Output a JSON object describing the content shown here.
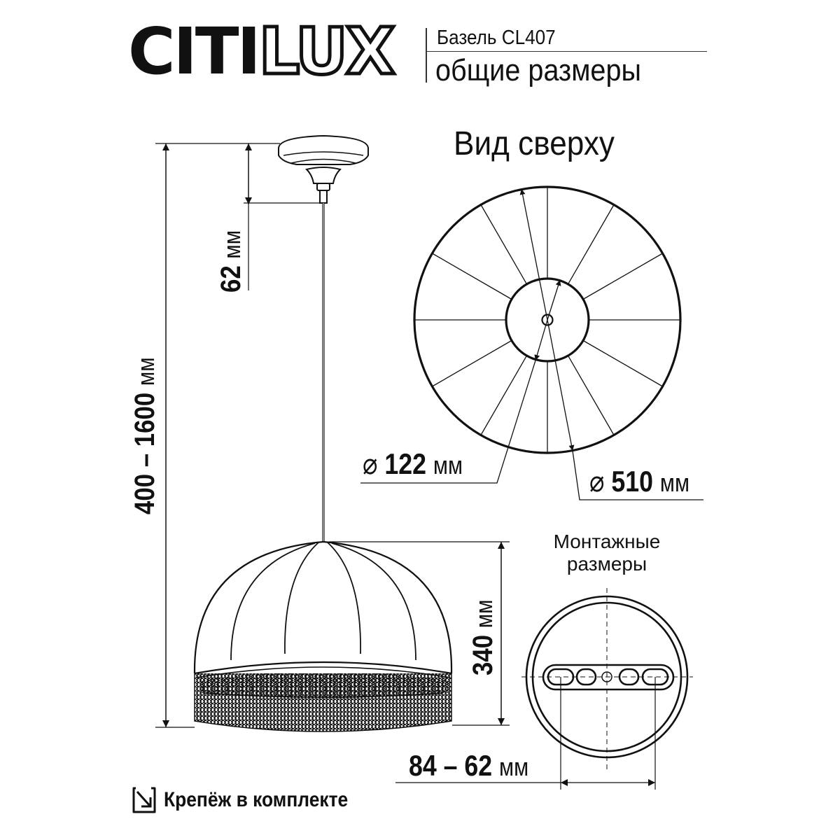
{
  "header": {
    "brand_solid": "CITI",
    "brand_outline": "LUX",
    "model": "Базель CL407",
    "subtitle": "общие размеры"
  },
  "top_view": {
    "title": "Вид сверху",
    "inner_diameter": {
      "symbol": "⌀",
      "value": "122",
      "unit": "мм"
    },
    "outer_diameter": {
      "symbol": "⌀",
      "value": "510",
      "unit": "мм"
    }
  },
  "side_view": {
    "total_height": {
      "value": "400 – 1600",
      "unit": "мм"
    },
    "canopy_height": {
      "value": "62",
      "unit": "мм"
    },
    "shade_height": {
      "value": "340",
      "unit": "мм"
    }
  },
  "mounting": {
    "title_line1": "Монтажные",
    "title_line2": "размеры",
    "spacing": {
      "value": "84 – 62",
      "unit": "мм"
    }
  },
  "footer": {
    "icon": "fastener-arrow-icon",
    "text": "Крепёж в комплекте"
  }
}
